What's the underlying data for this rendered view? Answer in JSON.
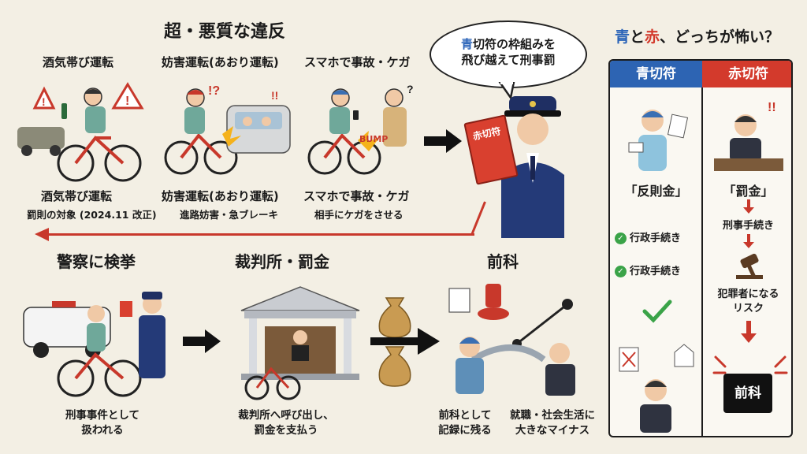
{
  "main_title": "超・悪質な違反",
  "top_columns": [
    {
      "heading": "酒気帯び運転",
      "caption1": "酒気帯び運転",
      "caption2": "罰則の対象 (2024.11 改正)"
    },
    {
      "heading": "妨害運転(あおり運転)",
      "caption1": "妨害運転(あおり運転)",
      "caption2": "進路妨害・急ブレーキ"
    },
    {
      "heading": "スマホで事故・ケガ",
      "caption1": "スマホで事故・ケガ",
      "caption2": "相手にケガをさせる"
    }
  ],
  "bubble": {
    "part_blue": "青",
    "part_rest": "切符の枠組みを",
    "line2": "飛び越えて刑事罰"
  },
  "red_ticket_label": "赤切符",
  "bump_label": "BUMP",
  "flow": [
    {
      "title": "警察に検挙",
      "caption": "刑事事件として\n扱われる"
    },
    {
      "title": "裁判所・罰金",
      "caption": "裁判所へ呼び出し、\n罰金を支払う"
    },
    {
      "title": "前科",
      "caption_left": "前科として\n記録に残る",
      "caption_right": "就職・社会生活に\n大きなマイナス"
    }
  ],
  "right_title": {
    "blue": "青",
    "mid": "と",
    "red": "赤",
    "rest": "、どっちが怖い？"
  },
  "panel": {
    "blue_header": "青切符",
    "red_header": "赤切符",
    "blue_label": "「反則金」",
    "blue_item1": "行政手続き",
    "blue_item2": "行政手続き",
    "red_label": "「罰金」",
    "red_item1": "刑事手続き",
    "red_item2": "犯罪者になる\nリスク",
    "red_final": "前科"
  },
  "colors": {
    "blue": "#2d64b3",
    "red": "#d33a2c",
    "background": "#f3efe4"
  }
}
